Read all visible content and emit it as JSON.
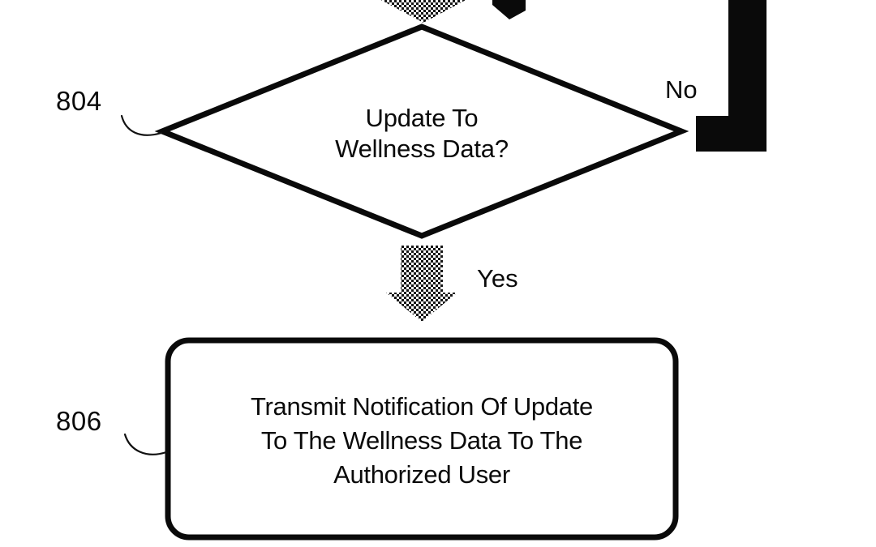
{
  "figure": {
    "type": "patent-flowchart",
    "background_color": "#ffffff",
    "ink_color": "#0a0a0a",
    "nodes": [
      {
        "id": "decision-804",
        "ref_numeral": "804",
        "shape": "diamond",
        "lines": [
          "Update To",
          "Wellness Data?"
        ]
      },
      {
        "id": "process-806",
        "ref_numeral": "806",
        "shape": "rounded-rectangle",
        "lines": [
          "Transmit Notification Of Update",
          "To The Wellness Data To The",
          "Authorized User"
        ]
      }
    ],
    "branches": [
      {
        "id": "branch-no",
        "label": "No",
        "from": "decision-804",
        "direction": "right",
        "connector": "solid-black-elbow"
      },
      {
        "id": "branch-yes",
        "label": "Yes",
        "from": "decision-804",
        "direction": "down",
        "connector": "hatched-block-arrow"
      }
    ],
    "incoming": {
      "id": "incoming-arrow",
      "connector": "hatched-block-arrow",
      "direction": "down",
      "note": "partially visible at top edge"
    }
  }
}
